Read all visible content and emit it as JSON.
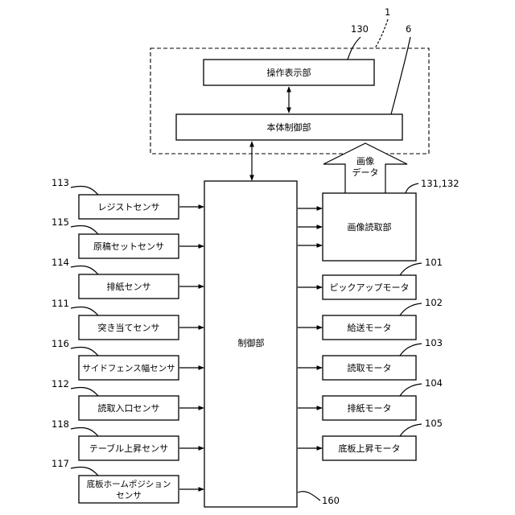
{
  "refs": {
    "device": "1",
    "panel": "130",
    "body_ctrl": "6",
    "reader": "131,132",
    "controller": "160"
  },
  "blocks": {
    "panel": "操作表示部",
    "body_ctrl": "本体制御部",
    "controller": "制御部",
    "reader": "画像読取部"
  },
  "data_arrow": {
    "line1": "画像",
    "line2": "データ"
  },
  "sensors": [
    {
      "ref": "113",
      "label": "レジストセンサ"
    },
    {
      "ref": "115",
      "label": "原稿セットセンサ"
    },
    {
      "ref": "114",
      "label": "排紙センサ"
    },
    {
      "ref": "111",
      "label": "突き当てセンサ"
    },
    {
      "ref": "116",
      "label": "サイドフェンス幅センサ"
    },
    {
      "ref": "112",
      "label": "読取入口センサ"
    },
    {
      "ref": "118",
      "label": "テーブル上昇センサ"
    },
    {
      "ref": "117",
      "label": "底板ホームポジション",
      "label2": "センサ"
    }
  ],
  "motors": [
    {
      "ref": "101",
      "label": "ピックアップモータ"
    },
    {
      "ref": "102",
      "label": "給送モータ"
    },
    {
      "ref": "103",
      "label": "読取モータ"
    },
    {
      "ref": "104",
      "label": "排紙モータ"
    },
    {
      "ref": "105",
      "label": "底板上昇モータ"
    }
  ]
}
